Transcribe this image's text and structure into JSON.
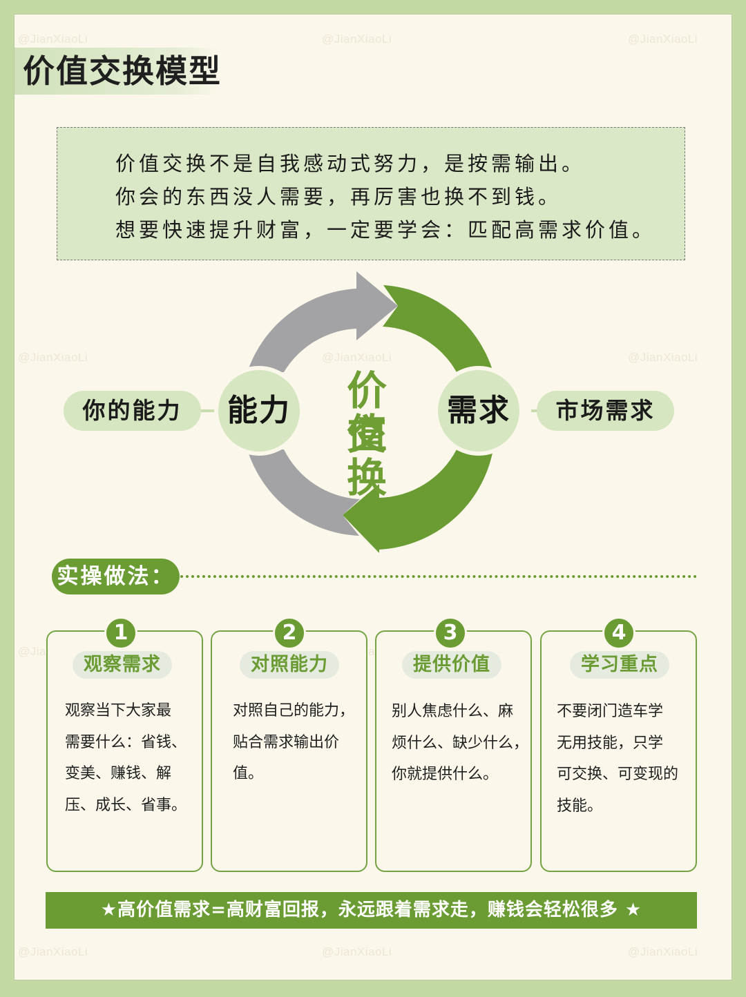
{
  "watermark": "@JianXiaoLi",
  "title": "价值交换模型",
  "intro": {
    "lines": [
      "价值交换不是自我感动式努力，是按需输出。",
      "你会的东西没人需要，再厉害也换不到钱。",
      "想要快速提升财富，一定要学会：匹配高需求价值。"
    ]
  },
  "cycle": {
    "center_line1": "价值",
    "center_line2": "交换",
    "left_circle": "能力",
    "right_circle": "需求",
    "left_pill": "你的能力",
    "right_pill": "市场需求"
  },
  "section_label": "实操做法：",
  "cards": [
    {
      "num": "1",
      "title": "观察需求",
      "body": "观察当下大家最\n需要什么：省钱、\n变美、赚钱、解\n压、成长、省事。"
    },
    {
      "num": "2",
      "title": "对照能力",
      "body": "对照自己的能力，\n贴合需求输出价\n值。"
    },
    {
      "num": "3",
      "title": "提供价值",
      "body": "别人焦虑什么、麻\n烦什么、缺少什么，\n你就提供什么。"
    },
    {
      "num": "4",
      "title": "学习重点",
      "body": "不要闭门造车学\n无用技能，只学\n可交换、可变现的\n技能。"
    }
  ],
  "footer": "★高价值需求=高财富回报，永远跟着需求走，赚钱会轻松很多 ★",
  "colors": {
    "accent_green": "#6a9c33",
    "arrow_gray": "#a3a3a5",
    "light_green": "#d6e6c0",
    "page_bg": "#fbf7ea",
    "frame": "#c3d9a4"
  }
}
